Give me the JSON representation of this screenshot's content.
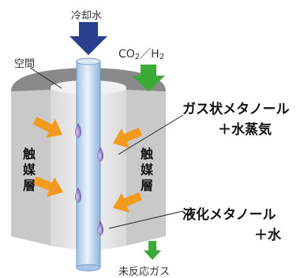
{
  "labels": {
    "coolant": "冷却水",
    "co2_prefix": "CO",
    "co2_sub": "2",
    "separator": "／H",
    "h2_sub": "2",
    "space": "空間",
    "catalyst_left": [
      "触",
      "媒",
      "層"
    ],
    "catalyst_right": [
      "触",
      "媒",
      "層"
    ],
    "gas_methanol_line1": "ガス状メタノール",
    "gas_methanol_line2": "＋水蒸気",
    "liquid_methanol_line1": "液化メタノール",
    "liquid_methanol_line2": "＋水",
    "unreacted_gas": "未反応ガス"
  },
  "colors": {
    "coolant_arrow": "#2a3f8f",
    "feed_arrow": "#3bab35",
    "flow_arrows": "#f39a1e",
    "catalyst_face": "#cfcfcf",
    "catalyst_top": "#8c8c8c",
    "inner_space": "#ededed",
    "tube": "#c7ddf2",
    "droplet": "#8d7cc0"
  }
}
